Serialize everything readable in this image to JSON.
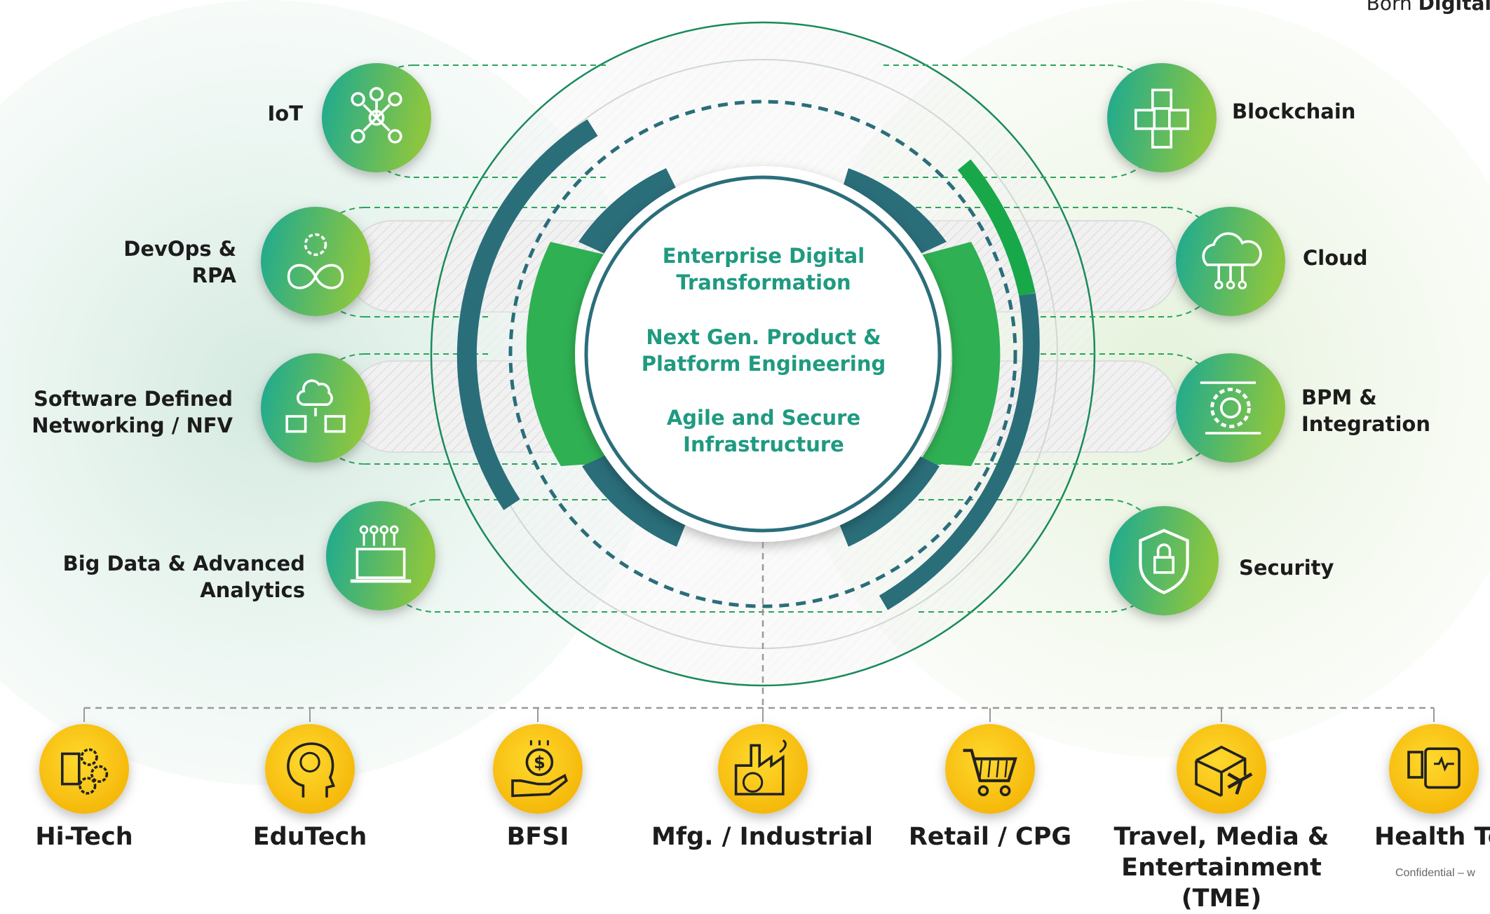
{
  "brand": {
    "prefix": "Born",
    "bold": "Digital"
  },
  "center": {
    "lines": [
      [
        "Enterprise Digital",
        "Transformation"
      ],
      [
        "Next Gen. Product &",
        "Platform Engineering"
      ],
      [
        "Agile and Secure",
        "Infrastructure"
      ]
    ]
  },
  "left_services": [
    {
      "lines": [
        "IoT"
      ],
      "icon": "network-nodes-icon"
    },
    {
      "lines": [
        "DevOps &",
        "RPA"
      ],
      "icon": "gear-infinity-icon"
    },
    {
      "lines": [
        "Software Defined",
        "Networking / NFV"
      ],
      "icon": "cloud-servers-icon"
    },
    {
      "lines": [
        "Big Data & Advanced",
        "Analytics"
      ],
      "icon": "laptop-data-icon"
    }
  ],
  "right_services": [
    {
      "lines": [
        "Blockchain"
      ],
      "icon": "blockchain-cubes-icon"
    },
    {
      "lines": [
        "Cloud"
      ],
      "icon": "cloud-network-icon"
    },
    {
      "lines": [
        "BPM &",
        "Integration"
      ],
      "icon": "gear-cycle-icon"
    },
    {
      "lines": [
        "Security"
      ],
      "icon": "shield-lock-icon"
    }
  ],
  "industries": [
    {
      "lines": [
        "Hi-Tech"
      ],
      "icon": "chip-gears-icon"
    },
    {
      "lines": [
        "EduTech"
      ],
      "icon": "brain-head-icon"
    },
    {
      "lines": [
        "BFSI"
      ],
      "icon": "hand-coin-icon"
    },
    {
      "lines": [
        "Mfg. / Industrial"
      ],
      "icon": "factory-icon"
    },
    {
      "lines": [
        "Retail / CPG"
      ],
      "icon": "shopping-cart-icon"
    },
    {
      "lines": [
        "Travel, Media &",
        "Entertainment (TME)"
      ],
      "icon": "box-plane-icon"
    },
    {
      "lines": [
        "Health Tech"
      ],
      "icon": "health-monitor-icon"
    }
  ],
  "footer": {
    "confidential": "Confidential – w"
  },
  "colors": {
    "teal": "#1aa993",
    "green": "#8cc63f",
    "dark_teal": "#2a6e7a",
    "bright_green": "#18a84a",
    "center_text": "#1f9a80",
    "industry_yellow": "#f7c90c"
  }
}
